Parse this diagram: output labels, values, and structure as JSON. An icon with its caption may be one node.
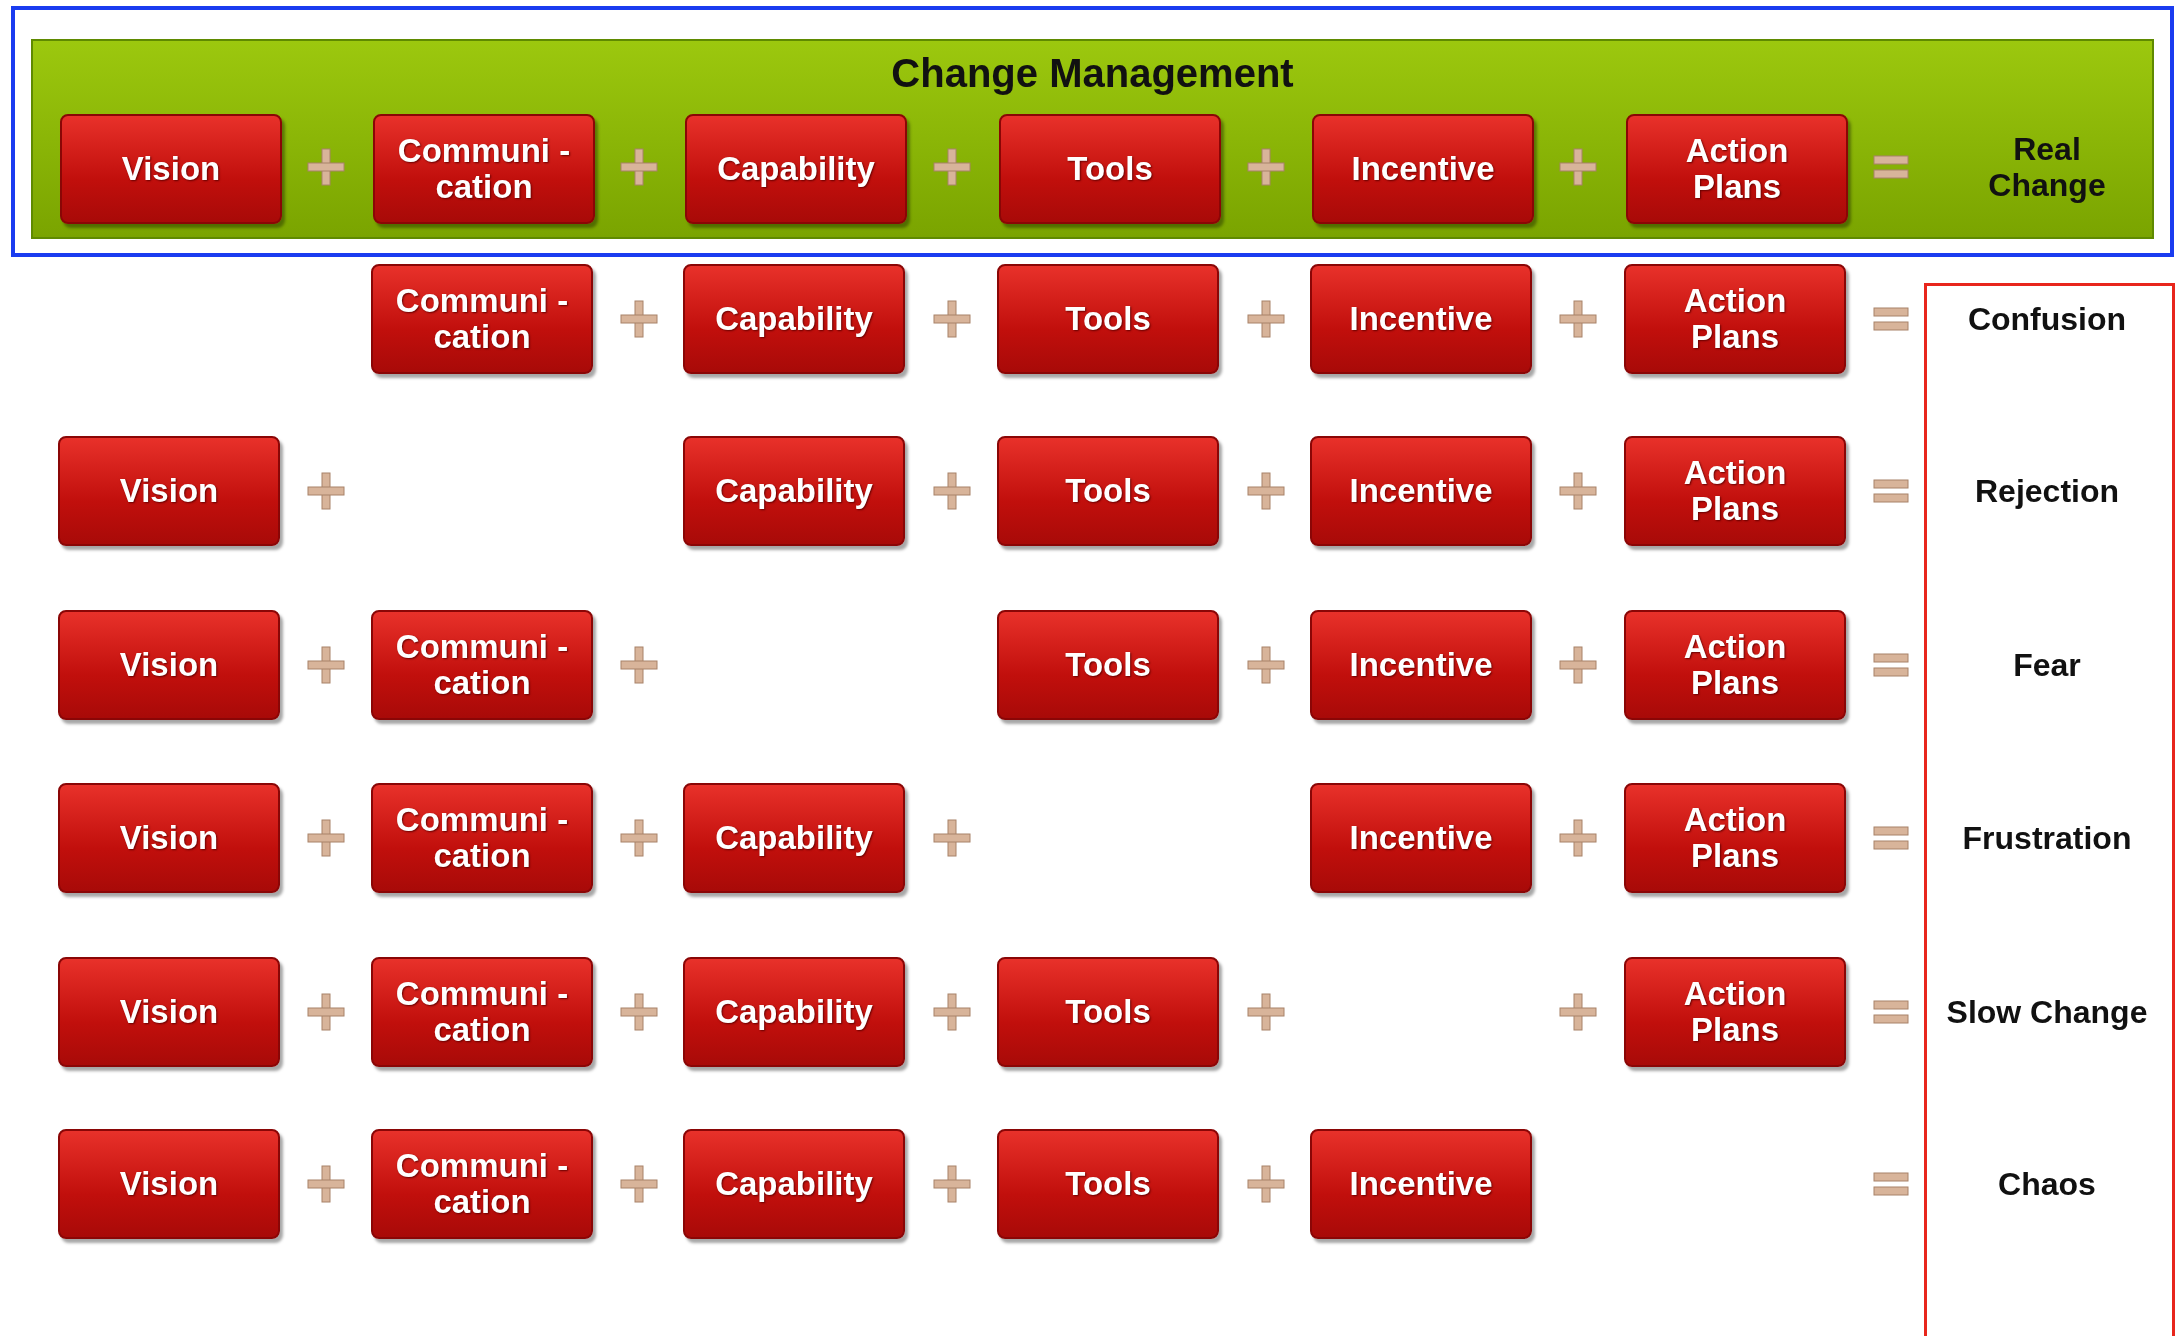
{
  "diagram": {
    "nodes": [
      {
        "text": [
          "Change Management"
        ]
      },
      {
        "text": [
          "Vision"
        ],
        "in": 0
      },
      {
        "text": [
          "Communi -cation"
        ],
        "in": 0
      },
      {
        "text": [
          "Capability"
        ],
        "in": 0
      },
      {
        "text": [
          "Tools"
        ],
        "in": 0
      },
      {
        "text": [
          "Incentive"
        ],
        "in": 0
      },
      {
        "text": [
          "Action Plans"
        ],
        "in": 0
      },
      {
        "text": [
          "Communi -cation"
        ]
      },
      {
        "text": [
          "Capability"
        ]
      },
      {
        "text": [
          "Tools"
        ]
      },
      {
        "text": [
          "Incentive"
        ]
      },
      {
        "text": [
          "Action Plans"
        ]
      },
      {
        "text": [
          "Vision"
        ]
      },
      {
        "text": [
          "Capability"
        ]
      },
      {
        "text": [
          "Tools"
        ]
      },
      {
        "text": [
          "Incentive"
        ]
      },
      {
        "text": [
          "Action Plans"
        ]
      },
      {
        "text": [
          "Vision"
        ]
      },
      {
        "text": [
          "Communi -cation"
        ]
      },
      {
        "text": [
          "Tools"
        ]
      },
      {
        "text": [
          "Incentive"
        ]
      },
      {
        "text": [
          "Action Plans"
        ]
      },
      {
        "text": [
          "Vision"
        ]
      },
      {
        "text": [
          "Communi -cation"
        ]
      },
      {
        "text": [
          "Capability"
        ]
      },
      {
        "text": [
          "Incentive"
        ]
      },
      {
        "text": [
          "Action Plans"
        ]
      },
      {
        "text": [
          "Vision"
        ]
      },
      {
        "text": [
          "Communi -cation"
        ]
      },
      {
        "text": [
          "Capability"
        ]
      },
      {
        "text": [
          "Tools"
        ]
      },
      {
        "text": [
          "Action Plans"
        ]
      },
      {
        "text": [
          "Vision"
        ]
      },
      {
        "text": [
          "Communi -cation"
        ]
      },
      {
        "text": [
          "Capability"
        ]
      },
      {
        "text": [
          "Tools"
        ]
      },
      {
        "text": [
          "Incentive"
        ]
      }
    ],
    "labels": [
      "Real Change",
      "Confusion",
      "Rejection",
      "Fear",
      "Frustration",
      "Slow Change",
      "Chaos"
    ]
  }
}
